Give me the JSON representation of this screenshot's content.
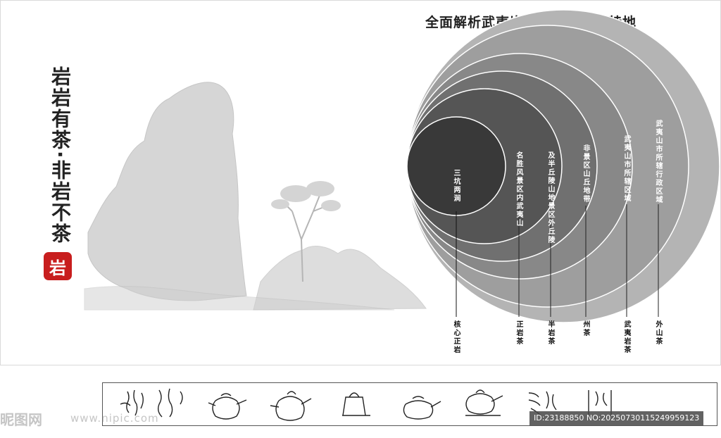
{
  "header": {
    "title": "全面解析武夷岩茶山场分类及特地"
  },
  "slogan": {
    "text": "岩岩有茶·非岩不茶",
    "seal": "岩"
  },
  "circles": [
    {
      "inner": "三坑两涧",
      "outer": "核心正岩",
      "color": "#393939"
    },
    {
      "inner": "名胜风景区内 武夷山",
      "outer": "正岩茶",
      "color": "#555555"
    },
    {
      "inner": "及半丘陵山地 景区外丘陵",
      "outer": "半岩茶",
      "color": "#707070"
    },
    {
      "inner": "非景区山丘地带",
      "outer": "州茶",
      "color": "#888888"
    },
    {
      "inner": "武夷山市所辖区域",
      "outer": "武夷岩茶",
      "color": "#9e9e9e"
    },
    {
      "inner": "武夷山市所辖行政区域",
      "outer": "外山茶",
      "color": "#b4b4b4"
    }
  ],
  "strip": {
    "items": [
      "calligraphy-1",
      "calligraphy-2",
      "teapot-1",
      "teapot-2",
      "kettle",
      "teapot-3",
      "teapot-4",
      "calligraphy-3",
      "calligraphy-4"
    ]
  },
  "watermark": {
    "logo": "昵图网",
    "site": "www.nipic.com",
    "id": "ID:23188850 NO:20250730115249959123"
  }
}
